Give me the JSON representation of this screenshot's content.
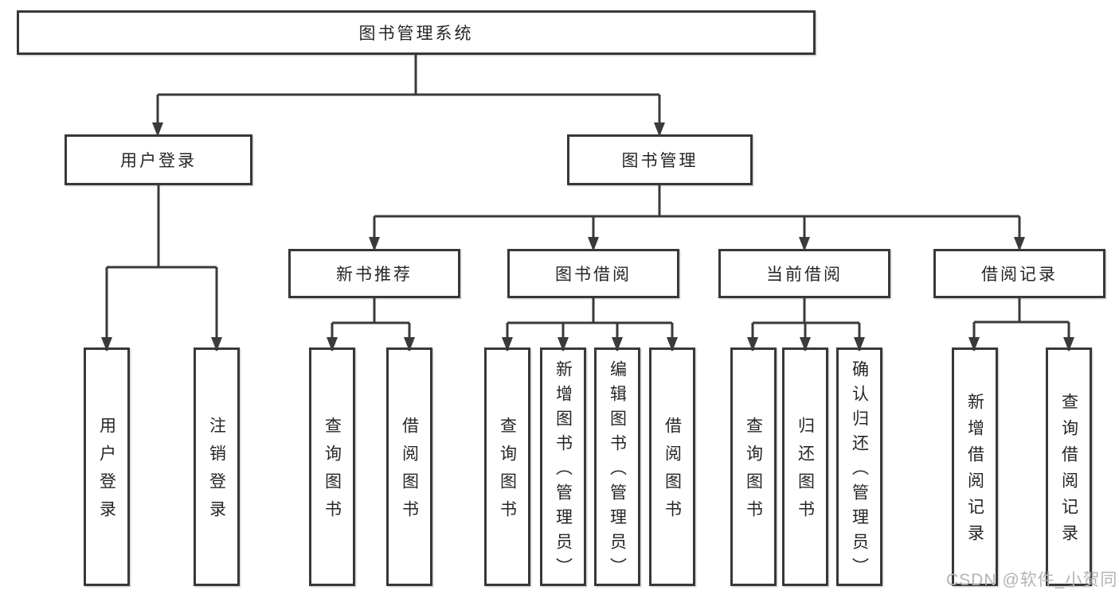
{
  "colors": {
    "line": "#3a3a3a",
    "border": "#383838",
    "text": "#262626",
    "watermark": "#b3b3b3"
  },
  "tree": {
    "label": "图书管理系统",
    "children": [
      {
        "label": "用户登录",
        "children": [
          {
            "label": "用户登录"
          },
          {
            "label": "注销登录"
          }
        ]
      },
      {
        "label": "图书管理",
        "children": [
          {
            "label": "新书推荐",
            "children": [
              {
                "label": "查询图书"
              },
              {
                "label": "借阅图书"
              }
            ]
          },
          {
            "label": "图书借阅",
            "children": [
              {
                "label": "查询图书"
              },
              {
                "label": "新增图书（管理员）"
              },
              {
                "label": "编辑图书（管理员）"
              },
              {
                "label": "借阅图书"
              }
            ]
          },
          {
            "label": "当前借阅",
            "children": [
              {
                "label": "查询图书"
              },
              {
                "label": "归还图书"
              },
              {
                "label": "确认归还（管理员）"
              }
            ]
          },
          {
            "label": "借阅记录",
            "children": [
              {
                "label": "新增借阅记录"
              },
              {
                "label": "查询借阅记录"
              }
            ]
          }
        ]
      }
    ]
  },
  "watermark": {
    "text": "CSDN @软件_小贺同学"
  }
}
